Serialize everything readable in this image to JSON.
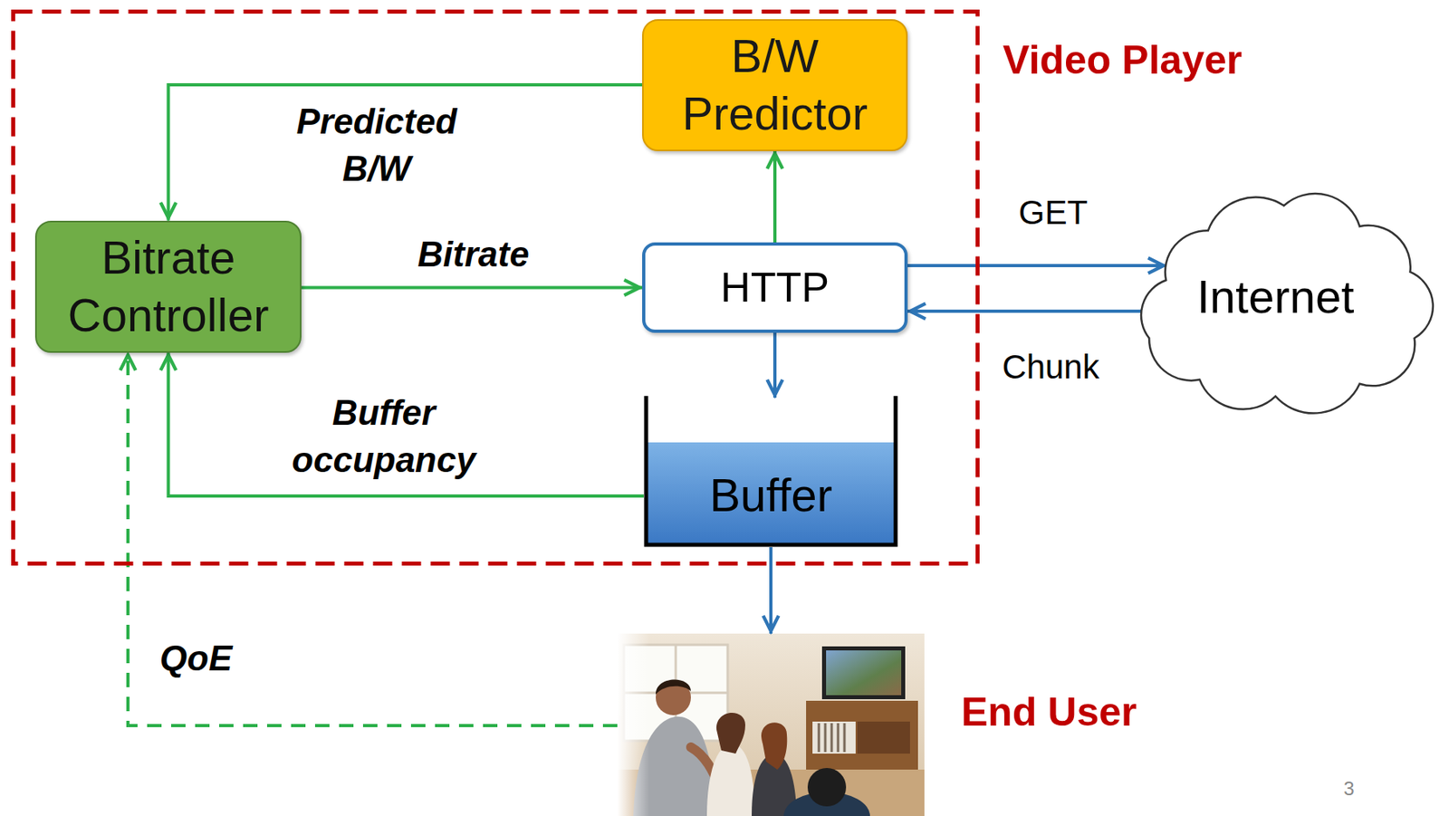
{
  "diagram": {
    "nodes": [
      {
        "text": [
          "Video Player"
        ]
      },
      {
        "text": [
          "B/W Predictor"
        ],
        "in": 0
      },
      {
        "text": [
          "Bitrate Controller"
        ],
        "in": 0
      },
      {
        "text": [
          "HTTP"
        ],
        "in": 0
      },
      {
        "text": [
          "Buffer"
        ],
        "in": 0
      },
      {
        "text": [
          "Internet"
        ]
      },
      {
        "text": [
          "End User"
        ]
      }
    ],
    "edges": [
      {
        "from": 1,
        "to": 2,
        "arrow": "to",
        "label": "Predicted B/W"
      },
      {
        "from": 2,
        "to": 3,
        "arrow": "to",
        "label": "Bitrate"
      },
      {
        "from": 3,
        "to": 1,
        "arrow": "to"
      },
      {
        "from": 3,
        "to": 4,
        "arrow": "to"
      },
      {
        "from": 4,
        "to": 2,
        "arrow": "to",
        "label": "Buffer occupancy"
      },
      {
        "from": 3,
        "to": 5,
        "arrow": "to",
        "label": "GET"
      },
      {
        "from": 5,
        "to": 3,
        "arrow": "to",
        "label": "Chunk"
      },
      {
        "from": 4,
        "to": 6,
        "arrow": "to"
      },
      {
        "from": 6,
        "to": 2,
        "arrow": "to",
        "label": "QoE"
      }
    ],
    "labels": [
      "3"
    ]
  }
}
